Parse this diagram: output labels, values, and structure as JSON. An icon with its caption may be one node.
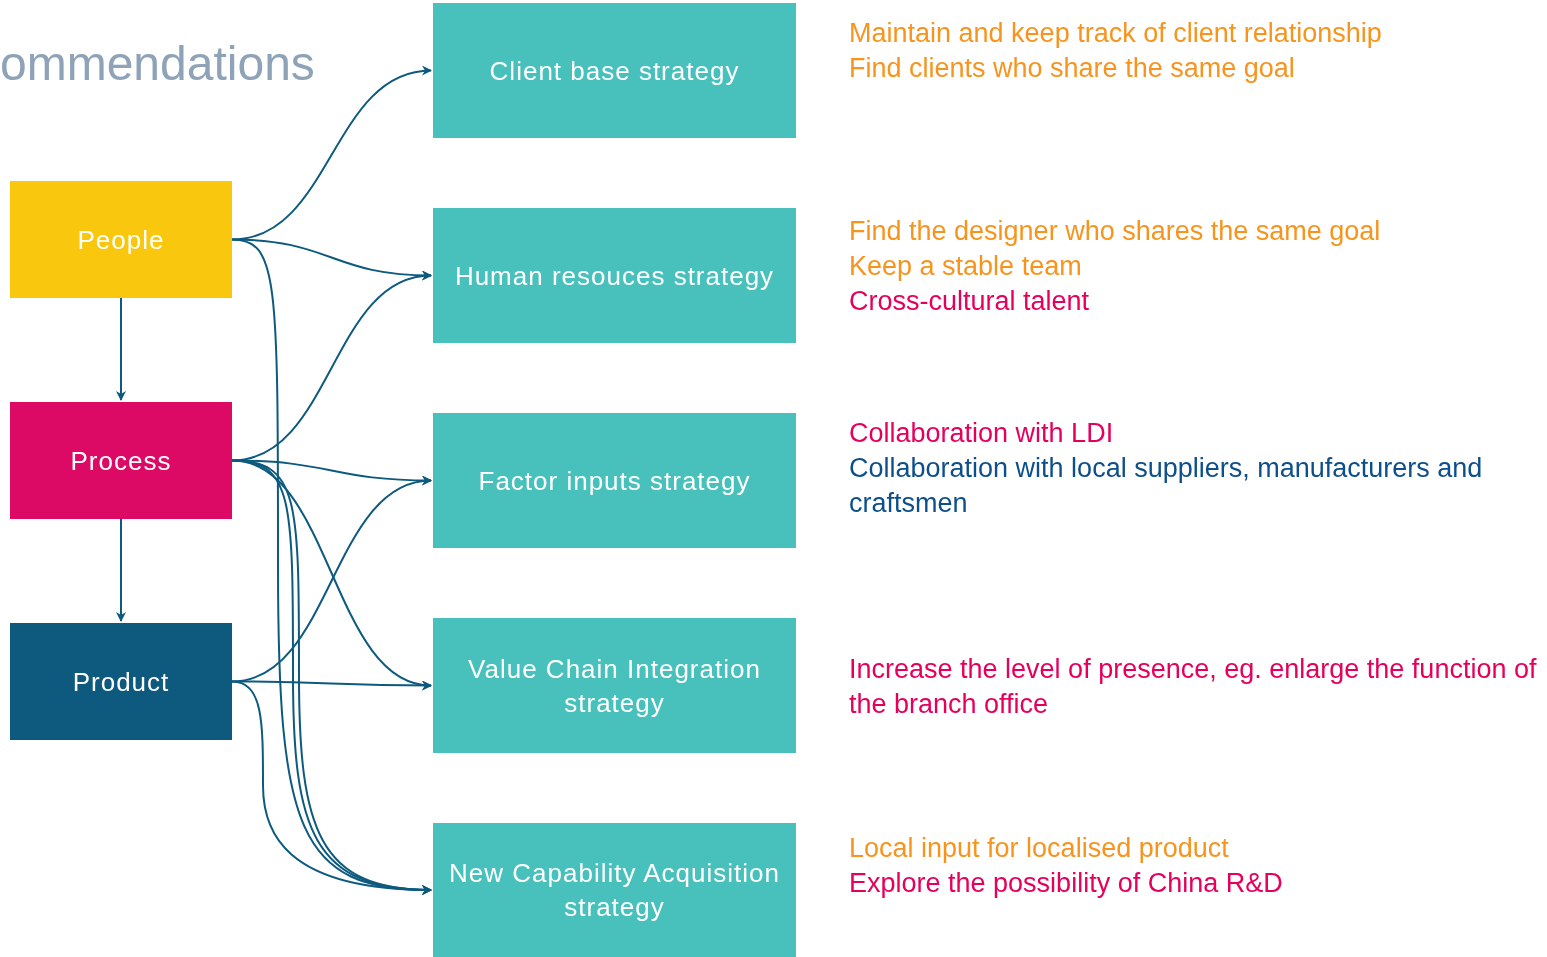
{
  "diagram": {
    "title": "ommendations",
    "nodes": [
      {
        "text": [
          "People"
        ]
      },
      {
        "text": [
          "Process"
        ]
      },
      {
        "text": [
          "Product"
        ]
      },
      {
        "text": [
          "Client base strategy"
        ],
        "beside": [
          "Maintain and keep track of client relationship",
          "Find clients who share the same goal"
        ]
      },
      {
        "text": [
          "Human resouces strategy"
        ],
        "beside": [
          "Find the designer who shares the same goal",
          "Keep a stable team",
          "Cross-cultural talent"
        ]
      },
      {
        "text": [
          "Factor inputs strategy"
        ],
        "beside": [
          "Collaboration with LDI",
          "Collaboration with local suppliers, manufacturers and craftsmen"
        ]
      },
      {
        "text": [
          "Value Chain Integration strategy"
        ],
        "beside": [
          "Increase the level of presence, eg. enlarge the function of the branch office"
        ]
      },
      {
        "text": [
          "New Capability Acquisition strategy"
        ],
        "beside": [
          "Local input for localised product",
          "Explore the possibility of China R&D"
        ]
      }
    ],
    "edges": [
      {
        "from": 0,
        "to": 1,
        "arrow": "to"
      },
      {
        "from": 1,
        "to": 2,
        "arrow": "to"
      },
      {
        "from": 0,
        "to": 3,
        "arrow": "to"
      },
      {
        "from": 0,
        "to": 4,
        "arrow": "to"
      },
      {
        "from": 0,
        "to": 7,
        "arrow": "to"
      },
      {
        "from": 1,
        "to": 4,
        "arrow": "to"
      },
      {
        "from": 1,
        "to": 5,
        "arrow": "to"
      },
      {
        "from": 1,
        "to": 6,
        "arrow": "to"
      },
      {
        "from": 1,
        "to": 7,
        "arrow": "to"
      },
      {
        "from": 1,
        "to": 7,
        "arrow": "to"
      },
      {
        "from": 2,
        "to": 5,
        "arrow": "to"
      },
      {
        "from": 2,
        "to": 6,
        "arrow": "to"
      },
      {
        "from": 2,
        "to": 7,
        "arrow": "to"
      }
    ]
  }
}
